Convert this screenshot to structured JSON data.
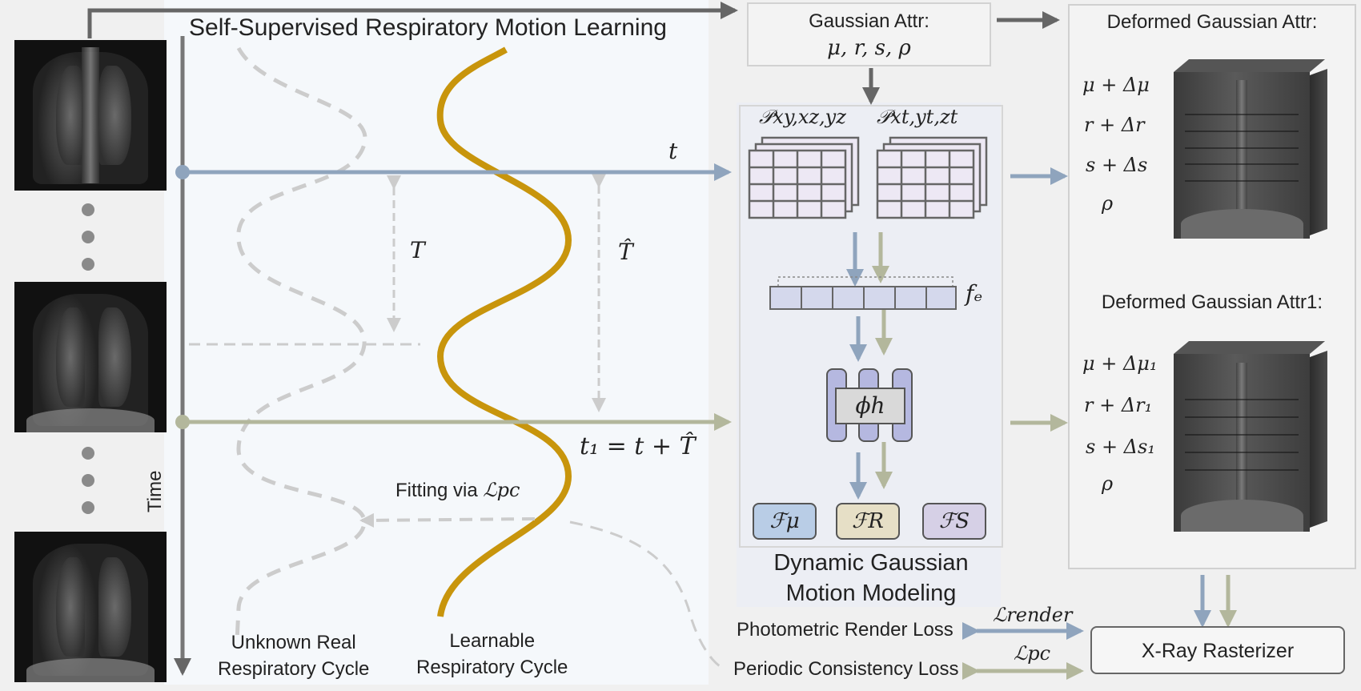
{
  "colors": {
    "blue": "#8fa4bd",
    "olive": "#b3b79c",
    "gold": "#c8950c",
    "dash": "#cccccc",
    "panel_left": "#f5f8fb",
    "panel_mid": "#e8ebf2"
  },
  "left_panel": {
    "title": "Self-Supervised Respiratory Motion Learning",
    "time_label": "Time",
    "t_label": "t",
    "T_label": "T",
    "That_label": "T̂",
    "t1_label": "t₁ = t + T̂",
    "fitting_prefix": "Fitting via ",
    "fitting_loss": "ℒpc",
    "real_cycle_line1": "Unknown Real",
    "real_cycle_line2": "Respiratory Cycle",
    "learn_cycle_line1": "Learnable",
    "learn_cycle_line2": "Respiratory Cycle"
  },
  "gaussian_attr": {
    "title": "Gaussian Attr:",
    "params": "μ, r, s, ρ"
  },
  "middle_panel": {
    "plane_space": "𝒫xy,xz,yz",
    "plane_time": "𝒫xt,yt,zt",
    "fe_label": "fₑ",
    "phi_label": "ϕh",
    "heads": [
      {
        "label": "ℱμ",
        "color": "#b9cde6"
      },
      {
        "label": "ℱR",
        "color": "#e6dfc6"
      },
      {
        "label": "ℱS",
        "color": "#d6d0e6"
      }
    ],
    "title_line1": "Dynamic Gaussian",
    "title_line2": "Motion Modeling"
  },
  "deformed_1": {
    "title": "Deformed Gaussian Attr:",
    "params": [
      "μ + Δμ",
      "r + Δr",
      "s + Δs",
      "ρ"
    ]
  },
  "deformed_2": {
    "title": "Deformed Gaussian Attr1:",
    "params": [
      "μ + Δμ₁",
      "r + Δr₁",
      "s + Δs₁",
      "ρ"
    ]
  },
  "losses": {
    "render_label": "Photometric Render Loss",
    "render_symbol": "ℒrender",
    "periodic_label": "Periodic Consistency Loss",
    "periodic_symbol": "ℒpc"
  },
  "rasterizer": {
    "label": "X-Ray Rasterizer"
  }
}
